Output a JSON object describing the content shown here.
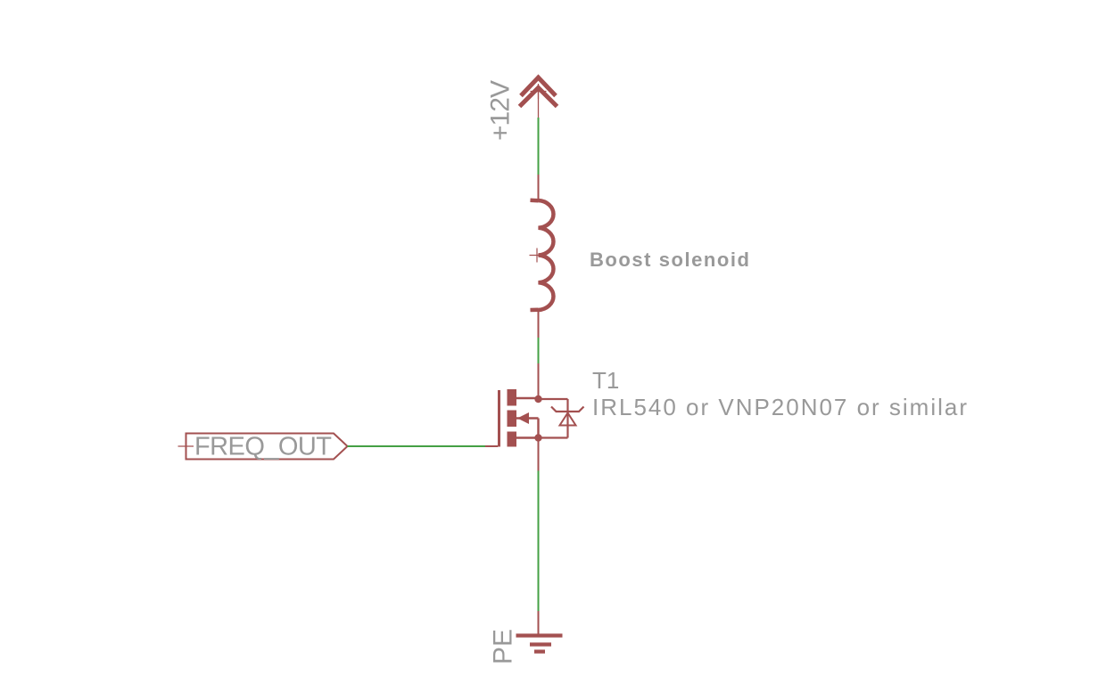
{
  "colors": {
    "wire": "#44a044",
    "symbol": "#a35050",
    "text": "#999999"
  },
  "labels": {
    "supply": "+12V",
    "solenoid": "Boost solenoid",
    "transistor_ref": "T1",
    "transistor_value": "IRL540 or VNP20N07 or similar",
    "net": "FREQ_OUT",
    "ground": "PE"
  }
}
